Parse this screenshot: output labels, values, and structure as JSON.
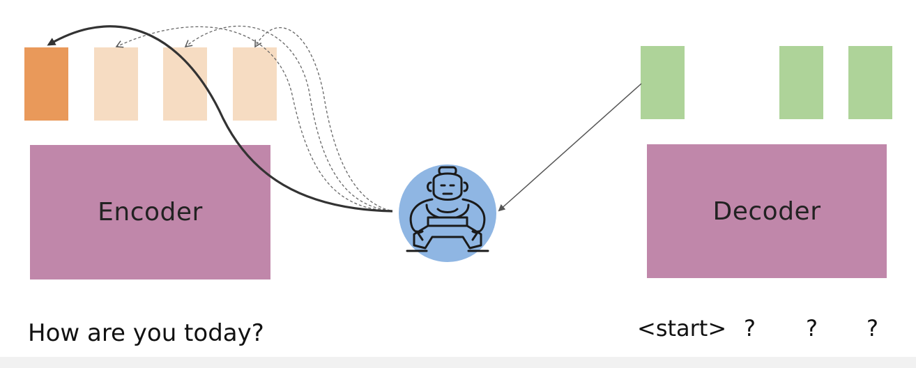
{
  "colors": {
    "encoder_state_active": "#E9995A",
    "encoder_state": "#F6DCC2",
    "decoder_state": "#AED399",
    "block": "#C087AA",
    "attention_circle": "#8FB6E3"
  },
  "icons": {
    "attention": "sumo-wrestler-icon"
  },
  "encoder": {
    "label": "Encoder",
    "input_text": "How are you today?"
  },
  "decoder": {
    "label": "Decoder",
    "tokens": [
      "<start>",
      "?",
      "?",
      "?"
    ]
  }
}
